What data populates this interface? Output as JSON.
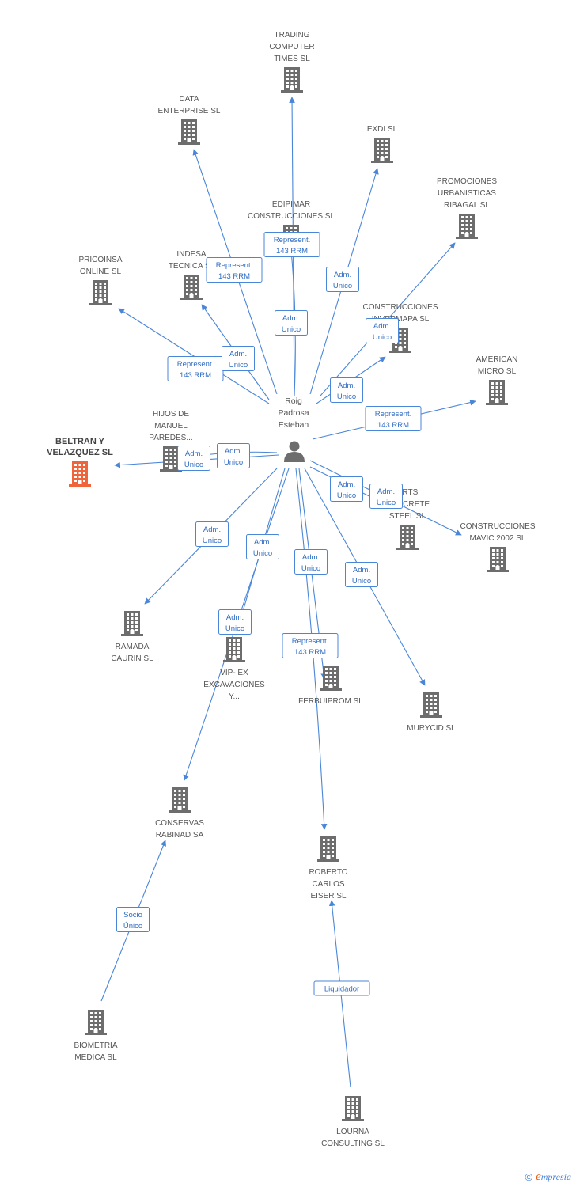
{
  "colors": {
    "edge": "#4a86d8",
    "building": "#6d6d6d",
    "focus_building": "#f0643c",
    "person": "#6d6d6d",
    "label": "#555555"
  },
  "person": {
    "id": "roig",
    "name_lines": [
      "Roig",
      "Padrosa",
      "Esteban"
    ],
    "icon": "person-icon"
  },
  "companies": [
    {
      "id": "trading",
      "label_lines": [
        "TRADING",
        "COMPUTER",
        "TIMES SL"
      ]
    },
    {
      "id": "data",
      "label_lines": [
        "DATA",
        "ENTERPRISE SL"
      ]
    },
    {
      "id": "exdi",
      "label_lines": [
        "EXDI SL"
      ]
    },
    {
      "id": "edipimar",
      "label_lines": [
        "EDIPIMAR",
        "CONSTRUCCIONES SL"
      ]
    },
    {
      "id": "promociones",
      "label_lines": [
        "PROMOCIONES",
        "URBANISTICAS",
        "RIBAGAL SL"
      ]
    },
    {
      "id": "pricoinsa",
      "label_lines": [
        "PRICOINSA",
        "ONLINE SL"
      ]
    },
    {
      "id": "indesa",
      "label_lines": [
        "INDESA",
        "TECNICA SL"
      ]
    },
    {
      "id": "invermapa",
      "label_lines": [
        "CONSTRUCCIONES",
        "INVERMAPA SL"
      ]
    },
    {
      "id": "american",
      "label_lines": [
        "AMERICAN",
        "MICRO SL"
      ]
    },
    {
      "id": "hijos",
      "label_lines": [
        "HIJOS DE",
        "MANUEL",
        "PAREDES..."
      ]
    },
    {
      "id": "beltran",
      "label_lines": [
        "BELTRAN Y",
        "VELAZQUEZ SL"
      ],
      "focus": true
    },
    {
      "id": "arts",
      "label_lines": [
        "ARTS",
        "CONCRETE",
        "STEEL SL"
      ]
    },
    {
      "id": "mavic",
      "label_lines": [
        "CONSTRUCCIONES",
        "MAVIC 2002 SL"
      ]
    },
    {
      "id": "ramada",
      "label_lines": [
        "RAMADA",
        "CAURIN SL"
      ]
    },
    {
      "id": "vip",
      "label_lines": [
        "VIP- EX",
        "EXCAVACIONES",
        "Y..."
      ]
    },
    {
      "id": "ferbuiprom",
      "label_lines": [
        "FERBUIPROM SL"
      ]
    },
    {
      "id": "murycid",
      "label_lines": [
        "MURYCID SL"
      ]
    },
    {
      "id": "conservas",
      "label_lines": [
        "CONSERVAS",
        "RABINAD SA"
      ]
    },
    {
      "id": "roberto",
      "label_lines": [
        "ROBERTO",
        "CARLOS",
        "EISER SL"
      ]
    },
    {
      "id": "biometria",
      "label_lines": [
        "BIOMETRIA",
        "MEDICA SL"
      ]
    },
    {
      "id": "lourna",
      "label_lines": [
        "LOURNA",
        "CONSULTING SL"
      ]
    }
  ],
  "relations": [
    {
      "from": "roig",
      "to": "trading",
      "label_lines": [
        "Adm.",
        "Unico"
      ]
    },
    {
      "from": "roig",
      "to": "edipimar",
      "label_lines": [
        "Represent.",
        "143 RRM"
      ]
    },
    {
      "from": "roig",
      "to": "data",
      "label_lines": [
        "Represent.",
        "143 RRM"
      ]
    },
    {
      "from": "roig",
      "to": "exdi",
      "label_lines": [
        "Adm.",
        "Unico"
      ]
    },
    {
      "from": "roig",
      "to": "promociones",
      "label_lines": [
        "Adm.",
        "Unico"
      ]
    },
    {
      "from": "roig",
      "to": "pricoinsa",
      "label_lines": [
        "Represent.",
        "143 RRM"
      ]
    },
    {
      "from": "roig",
      "to": "indesa",
      "label_lines": [
        "Adm.",
        "Unico"
      ]
    },
    {
      "from": "roig",
      "to": "invermapa",
      "label_lines": [
        "Adm.",
        "Unico"
      ]
    },
    {
      "from": "roig",
      "to": "american",
      "label_lines": [
        "Represent.",
        "143 RRM"
      ]
    },
    {
      "from": "roig",
      "to": "beltran",
      "label_lines": [
        "Adm.",
        "Unico"
      ]
    },
    {
      "from": "roig",
      "to": "hijos",
      "label_lines": [
        "Adm.",
        "Unico"
      ]
    },
    {
      "from": "roig",
      "to": "arts",
      "label_lines": [
        "Adm.",
        "Unico"
      ]
    },
    {
      "from": "roig",
      "to": "mavic",
      "label_lines": [
        "Adm.",
        "Unico"
      ]
    },
    {
      "from": "roig",
      "to": "ramada",
      "label_lines": [
        "Adm.",
        "Unico"
      ]
    },
    {
      "from": "roig",
      "to": "vip",
      "label_lines": [
        "Adm.",
        "Unico"
      ]
    },
    {
      "from": "roig",
      "to": "conservas",
      "label_lines": [
        "Adm.",
        "Unico"
      ]
    },
    {
      "from": "roig",
      "to": "ferbuiprom",
      "label_lines": [
        "Adm.",
        "Unico"
      ]
    },
    {
      "from": "roig",
      "to": "roberto",
      "label_lines": [
        "Represent.",
        "143 RRM"
      ]
    },
    {
      "from": "roig",
      "to": "murycid",
      "label_lines": [
        "Adm.",
        "Unico"
      ]
    },
    {
      "from": "biometria",
      "to": "conservas",
      "label_lines": [
        "Socio",
        "Único"
      ]
    },
    {
      "from": "lourna",
      "to": "roberto",
      "label_lines": [
        "Liquidador"
      ]
    }
  ],
  "footer": {
    "copyright": "©",
    "brand_initial": "e",
    "brand_rest": "mpresia"
  }
}
